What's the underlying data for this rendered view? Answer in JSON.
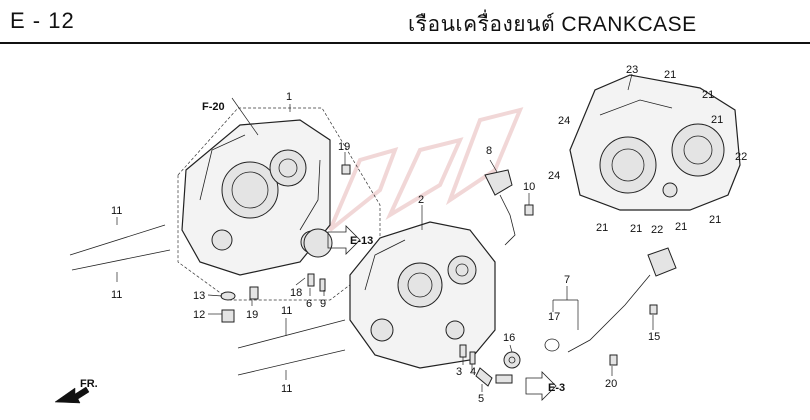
{
  "header": {
    "code": "E - 12",
    "title": "เรือนเครื่องยนต์  CRANKCASE"
  },
  "refs": {
    "f20": "F-20",
    "e13": "E-13",
    "e3": "E-3",
    "front": "FR."
  },
  "callouts": [
    "1",
    "2",
    "3",
    "4",
    "5",
    "6",
    "7",
    "8",
    "9",
    "10",
    "11",
    "12",
    "13",
    "15",
    "16",
    "17",
    "18",
    "19",
    "20",
    "21",
    "22",
    "23",
    "24"
  ]
}
